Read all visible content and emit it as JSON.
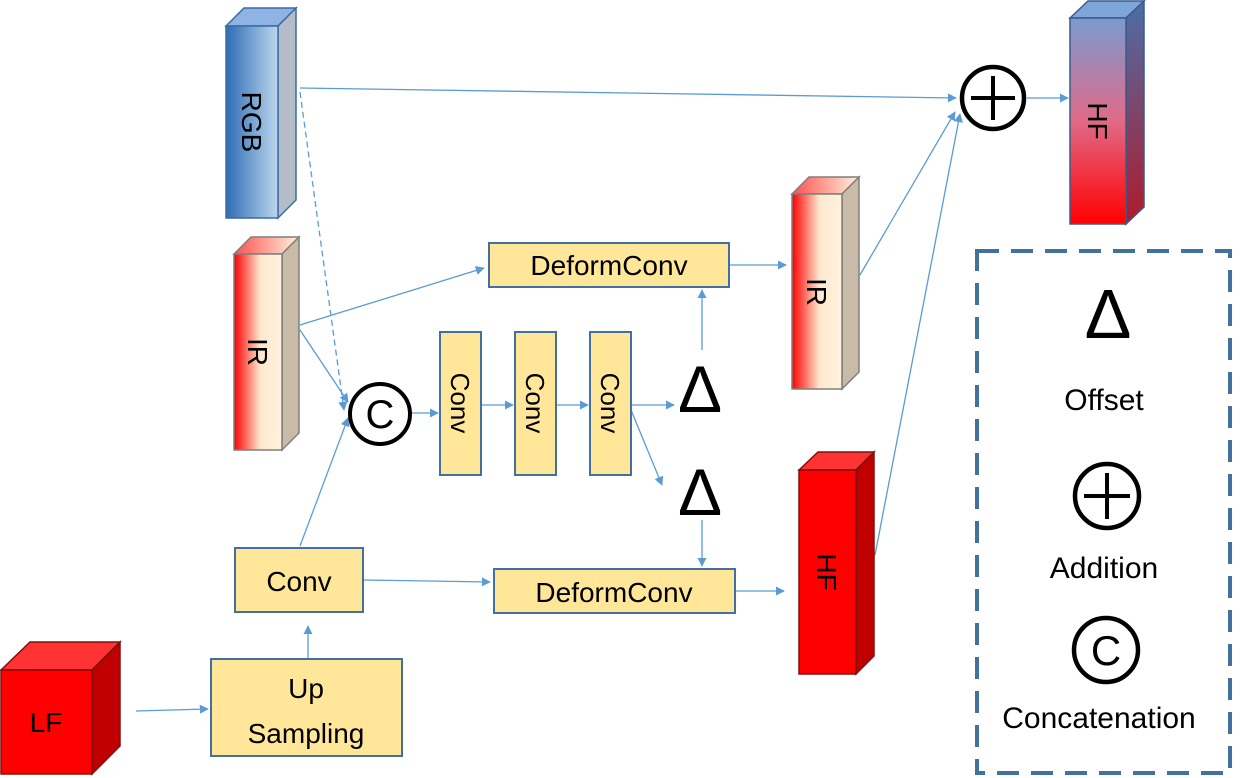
{
  "cubes": {
    "rgb": "RGB",
    "ir_in": "IR",
    "lf": "LF",
    "ir_out": "IR",
    "hf_mid": "HF",
    "hf_out": "HF"
  },
  "boxes": {
    "deform_top": "DeformConv",
    "deform_bottom": "DeformConv",
    "conv1": "Conv",
    "conv2": "Conv",
    "conv3": "Conv",
    "conv_lf": "Conv",
    "upsampling_line1": "Up",
    "upsampling_line2": "Sampling"
  },
  "symbols": {
    "concat": "C",
    "delta": "Δ",
    "plus": "+"
  },
  "legend": {
    "offset": "Offset",
    "addition": "Addition",
    "concatenation": "Concatenation"
  },
  "colors": {
    "arrow": "#5B9BD5",
    "box_fill": "#FFE699",
    "box_stroke": "#41719C",
    "rgb_blue": "#4A7EBB",
    "ir_red": "#FF0000",
    "hf_red": "#FF0000",
    "legend_border": "#41719C"
  }
}
